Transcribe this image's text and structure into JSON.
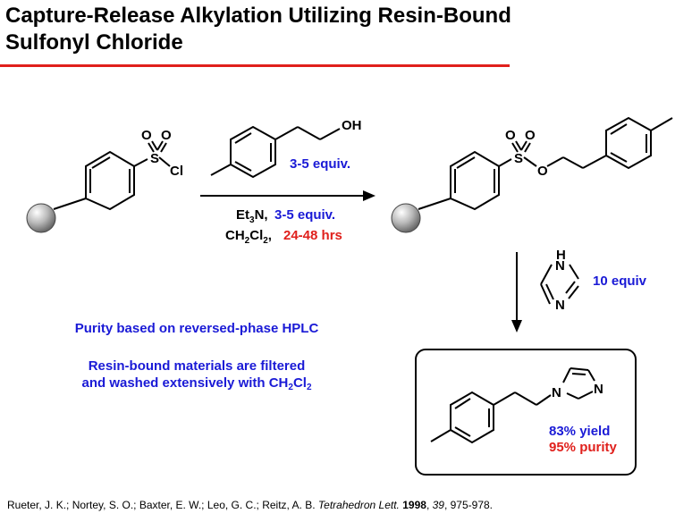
{
  "title": {
    "line1": "Capture-Release Alkylation Utilizing Resin-Bound",
    "line2": "Sulfonyl Chloride"
  },
  "colors": {
    "rule": "#e0201c",
    "blue_text": "#1a1ad6",
    "red_text": "#e0201c"
  },
  "reagent": {
    "equiv": "3-5 equiv.",
    "base": "Et3N,",
    "base_equiv": "3-5 equiv.",
    "solvent": "CH2Cl2,",
    "time": "24-48 hrs"
  },
  "atoms": {
    "O": "O",
    "S": "S",
    "Cl": "Cl",
    "OH": "OH",
    "N": "N",
    "H": "H"
  },
  "imidazole_equiv": "10 equiv",
  "notes": {
    "purity": "Purity based on reversed-phase HPLC",
    "filter_line1": "Resin-bound materials are filtered",
    "filter_line2": "and washed extensively with CH2Cl2"
  },
  "result": {
    "yield": "83% yield",
    "purity": "95% purity"
  },
  "citation": {
    "authors": "Rueter, J. K.; Nortey, S. O.; Baxter, E. W.; Leo, G. C.; Reitz, A. B.",
    "journal": "Tetrahedron Lett.",
    "year": "1998",
    "volume": "39",
    "pages": ", 975-978."
  }
}
